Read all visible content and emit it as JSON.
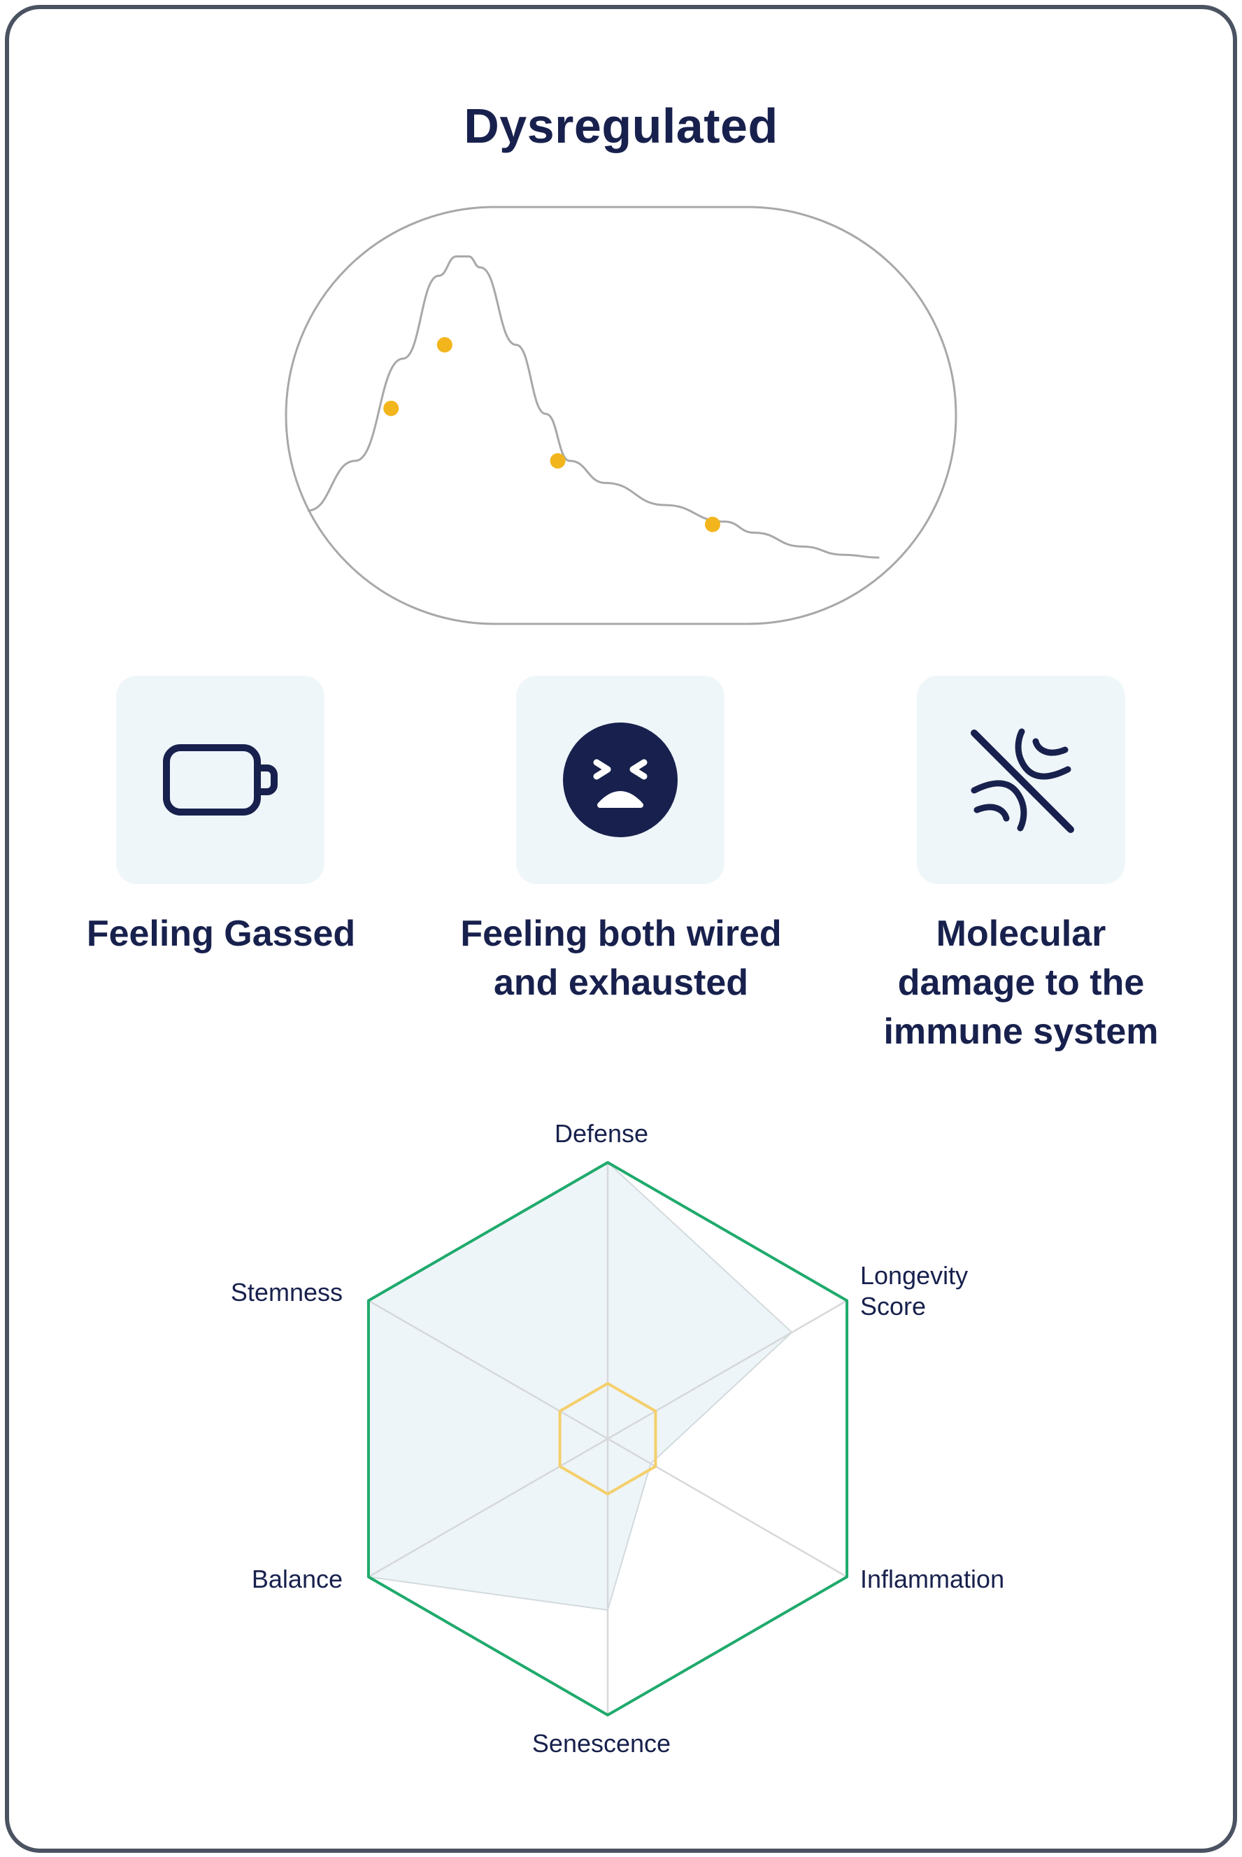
{
  "title": "Dysregulated",
  "colors": {
    "navy": "#18214d",
    "gold": "#f2b51c",
    "green": "#1faa6c",
    "hex_gold": "#f4cf6c",
    "fill": "#eef5f8",
    "curve": "#a8a8a8",
    "box": "#eff6fa",
    "frame": "#4b5261"
  },
  "features": [
    {
      "icon": "battery-empty-icon",
      "lines": [
        "Feeling Gassed"
      ]
    },
    {
      "icon": "angry-face-icon",
      "lines": [
        "Feeling both wired",
        "and exhausted"
      ]
    },
    {
      "icon": "dna-crossed-out-icon",
      "lines": [
        "Molecular",
        "damage to the",
        "immune system"
      ]
    }
  ],
  "chart_data": [
    {
      "type": "line",
      "title": "",
      "xlabel": "",
      "ylabel": "",
      "curve": {
        "name": "",
        "x": [
          0,
          0.08,
          0.16,
          0.22,
          0.25,
          0.27,
          0.29,
          0.35,
          0.4,
          0.44,
          0.5,
          0.6,
          0.7,
          0.75,
          0.83,
          0.9,
          0.96
        ],
        "y": [
          0.0,
          0.18,
          0.55,
          0.85,
          0.92,
          0.92,
          0.88,
          0.6,
          0.35,
          0.18,
          0.1,
          0.02,
          -0.04,
          -0.08,
          -0.13,
          -0.16,
          -0.17
        ]
      },
      "points": {
        "x": [
          0.14,
          0.23,
          0.42,
          0.68
        ],
        "y": [
          0.37,
          0.6,
          0.18,
          -0.05
        ]
      }
    },
    {
      "type": "radar",
      "axes": [
        "Defense",
        "Longevity Score",
        "Inflammation",
        "Senescence",
        "Balance",
        "Stemness"
      ],
      "axis_label_lines": [
        [
          "Defense"
        ],
        [
          "Longevity",
          "Score"
        ],
        [
          "Inflammation"
        ],
        [
          "Senescence"
        ],
        [
          "Balance"
        ],
        [
          "Stemness"
        ]
      ],
      "rmax": 1,
      "series": [
        {
          "name": "",
          "role": "area",
          "values": [
            1.0,
            0.77,
            0.18,
            0.62,
            1.0,
            1.0
          ]
        },
        {
          "name": "",
          "role": "outer-hexagon",
          "values": [
            1,
            1,
            1,
            1,
            1,
            1
          ]
        },
        {
          "name": "",
          "role": "inner-hexagon",
          "values": [
            0.2,
            0.2,
            0.2,
            0.2,
            0.2,
            0.2
          ]
        }
      ]
    }
  ]
}
